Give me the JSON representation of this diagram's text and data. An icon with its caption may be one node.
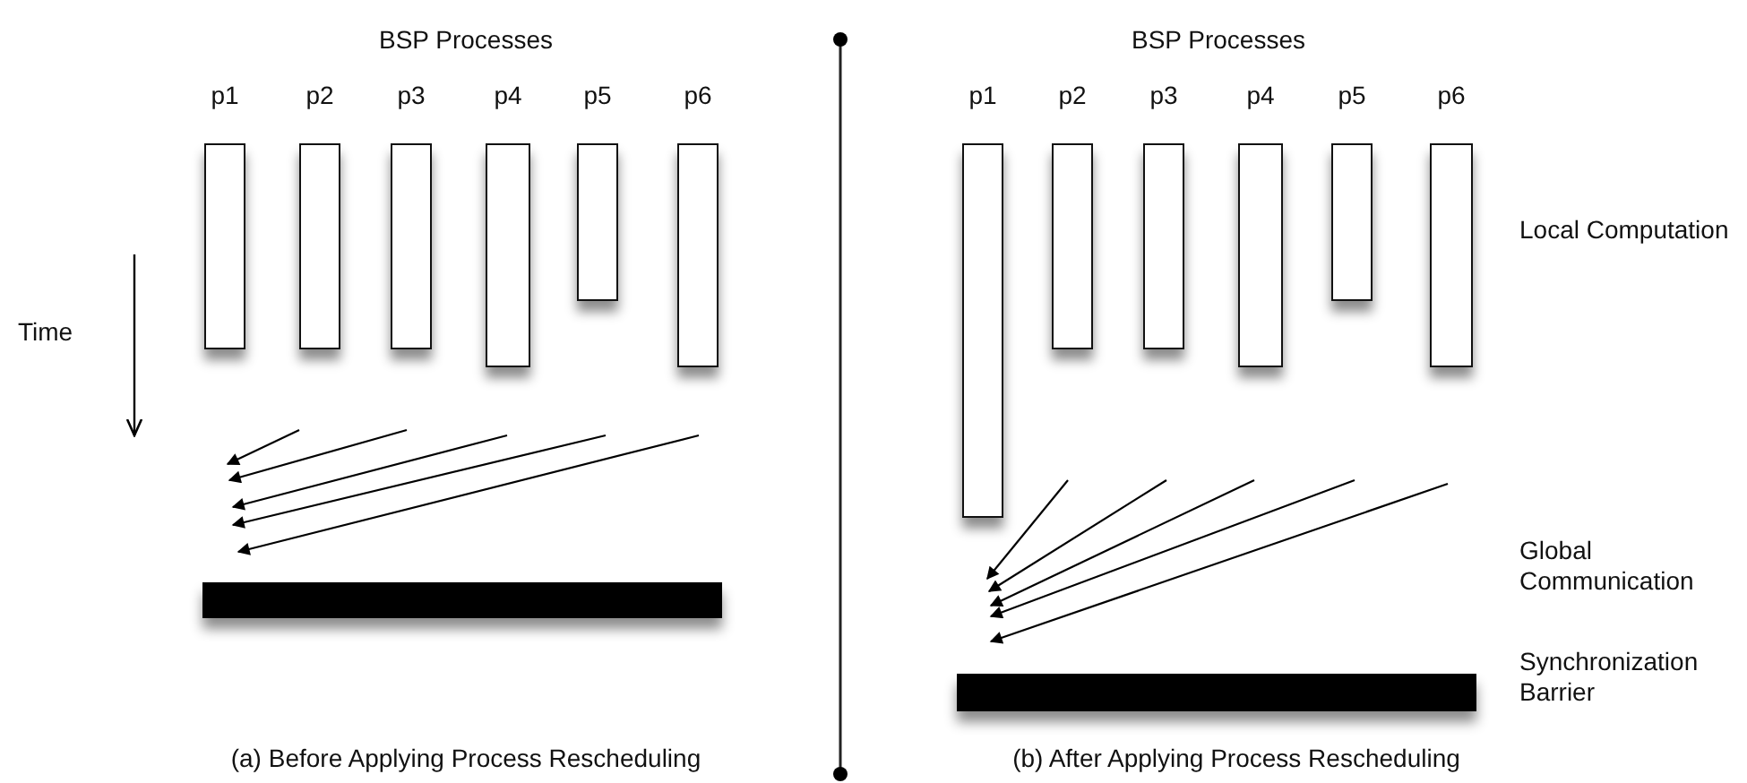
{
  "diagram": {
    "nodes": [
      {
        "text": [
          "p1"
        ]
      },
      {
        "text": [
          "p2"
        ]
      },
      {
        "text": [
          "p3"
        ]
      },
      {
        "text": [
          "p4"
        ]
      },
      {
        "text": [
          "p5"
        ]
      },
      {
        "text": [
          "p6"
        ]
      },
      {
        "text": [],
        "shape": "bar"
      },
      {
        "text": [
          "p1"
        ]
      },
      {
        "text": [
          "p2"
        ]
      },
      {
        "text": [
          "p3"
        ]
      },
      {
        "text": [
          "p4"
        ]
      },
      {
        "text": [
          "p5"
        ]
      },
      {
        "text": [
          "p6"
        ]
      },
      {
        "text": [],
        "shape": "bar"
      }
    ],
    "labels": [
      "BSP Processes",
      "Time",
      "(a) Before Applying Process Rescheduling",
      "BSP Processes",
      "Local Computation",
      "Global Communication",
      "Synchronization Barrier",
      "(b) After Applying Process Rescheduling"
    ]
  }
}
